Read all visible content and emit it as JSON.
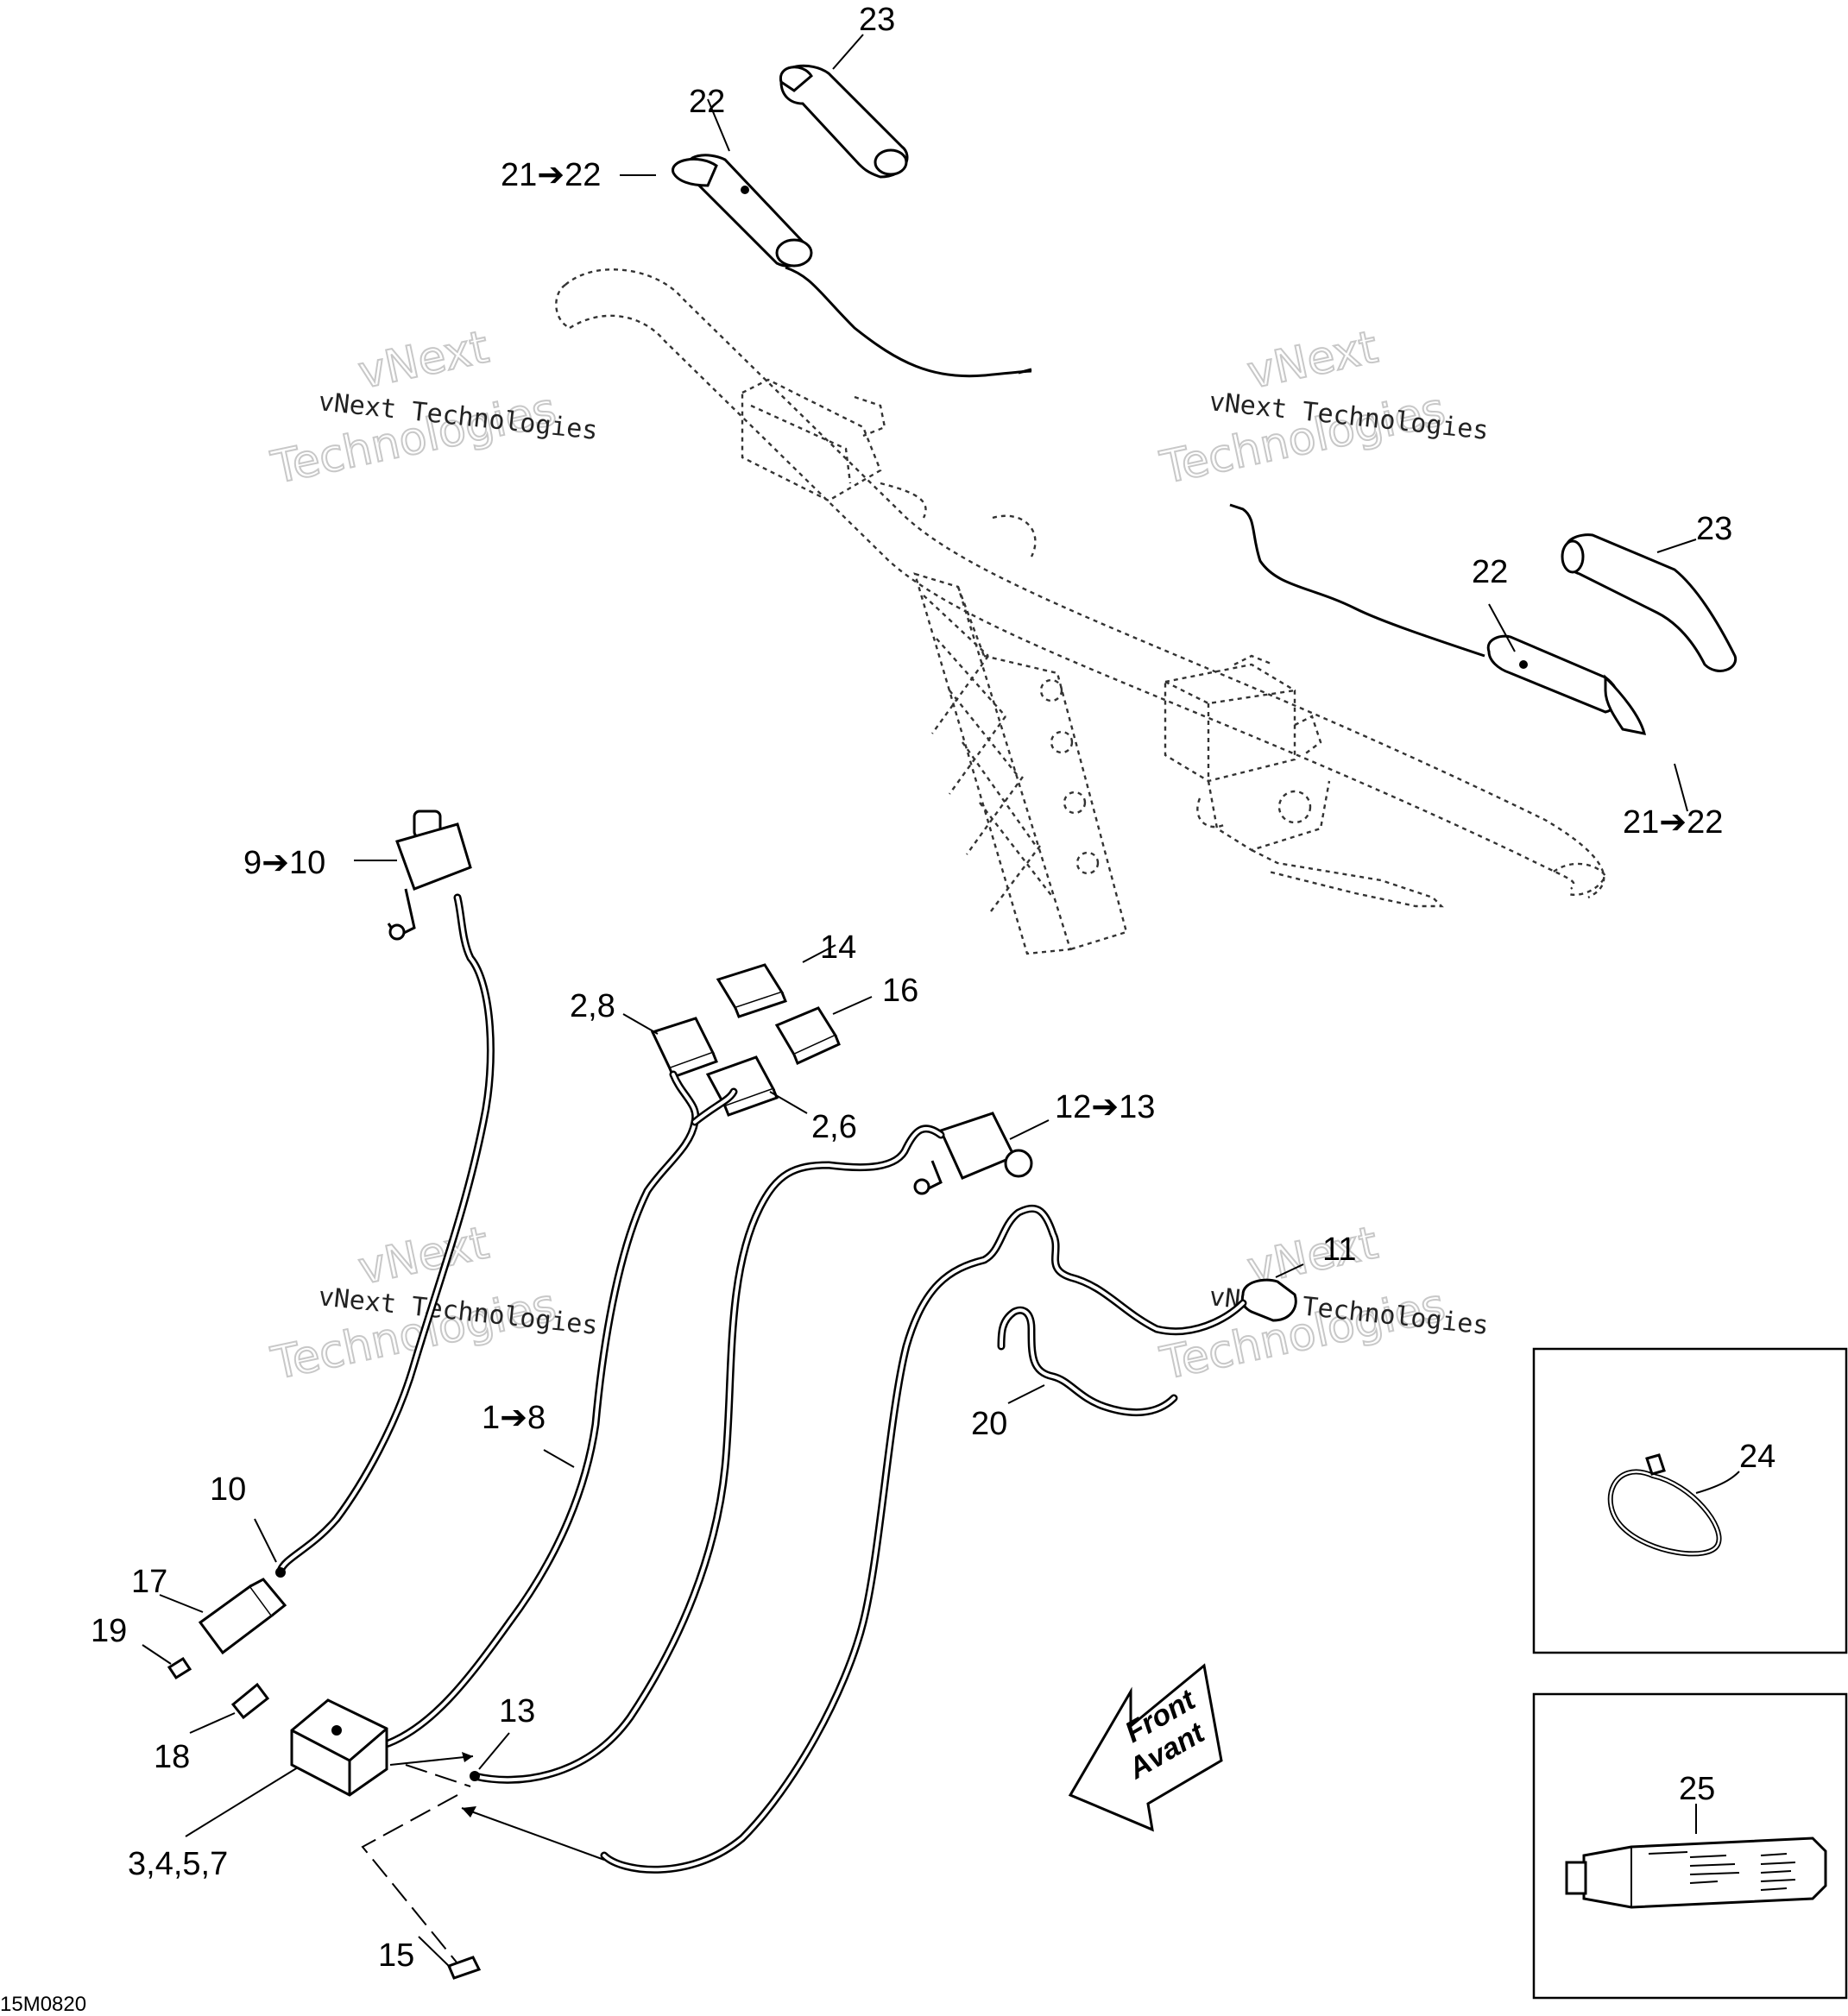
{
  "callouts": {
    "c23_top": "23",
    "c22_top": "22",
    "c21_22_top": "21➔22",
    "c23_right": "23",
    "c22_right": "22",
    "c21_22_right": "21➔22",
    "c9_10": "9➔10",
    "c14": "14",
    "c16": "16",
    "c2_8": "2,8",
    "c2_6": "2,6",
    "c12_13": "12➔13",
    "c11": "11",
    "c20": "20",
    "c1_8": "1➔8",
    "c10": "10",
    "c17": "17",
    "c19": "19",
    "c18": "18",
    "c13": "13",
    "c3_4_5_7": "3,4,5,7",
    "c15": "15",
    "c24": "24",
    "c25": "25"
  },
  "front_arrow": {
    "line1": "Front",
    "line2": "Avant"
  },
  "reference_code": "15M0820",
  "watermarks": {
    "line_text": "vNext Technologies",
    "outline_top": "vNext",
    "outline_bottom": "Technologies"
  }
}
